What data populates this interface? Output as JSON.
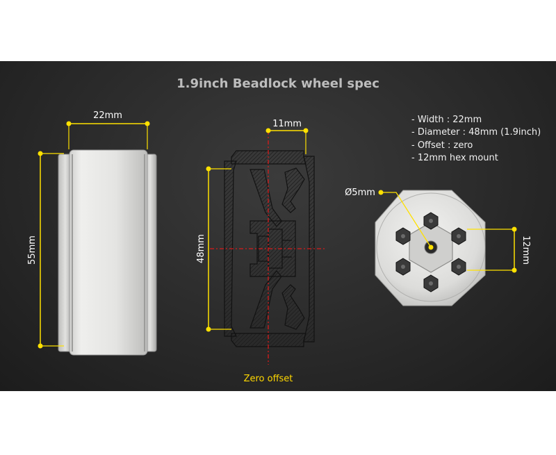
{
  "title": "1.9inch Beadlock wheel spec",
  "dimensions": {
    "width_top": "22mm",
    "height_left": "55mm",
    "offset_top": "11mm",
    "diameter_section": "48mm",
    "bore": "Ø5mm",
    "hex": "12mm"
  },
  "zero_offset_label": "Zero offset",
  "spec_list": [
    "- Width : 22mm",
    "- Diameter : 48mm (1.9inch)",
    "- Offset : zero",
    "- 12mm hex mount"
  ],
  "colors": {
    "dimension": "#ffe100",
    "centerline": "#d81b1b",
    "wheel": "#e3e3e1",
    "background": "#2b2b2b"
  }
}
